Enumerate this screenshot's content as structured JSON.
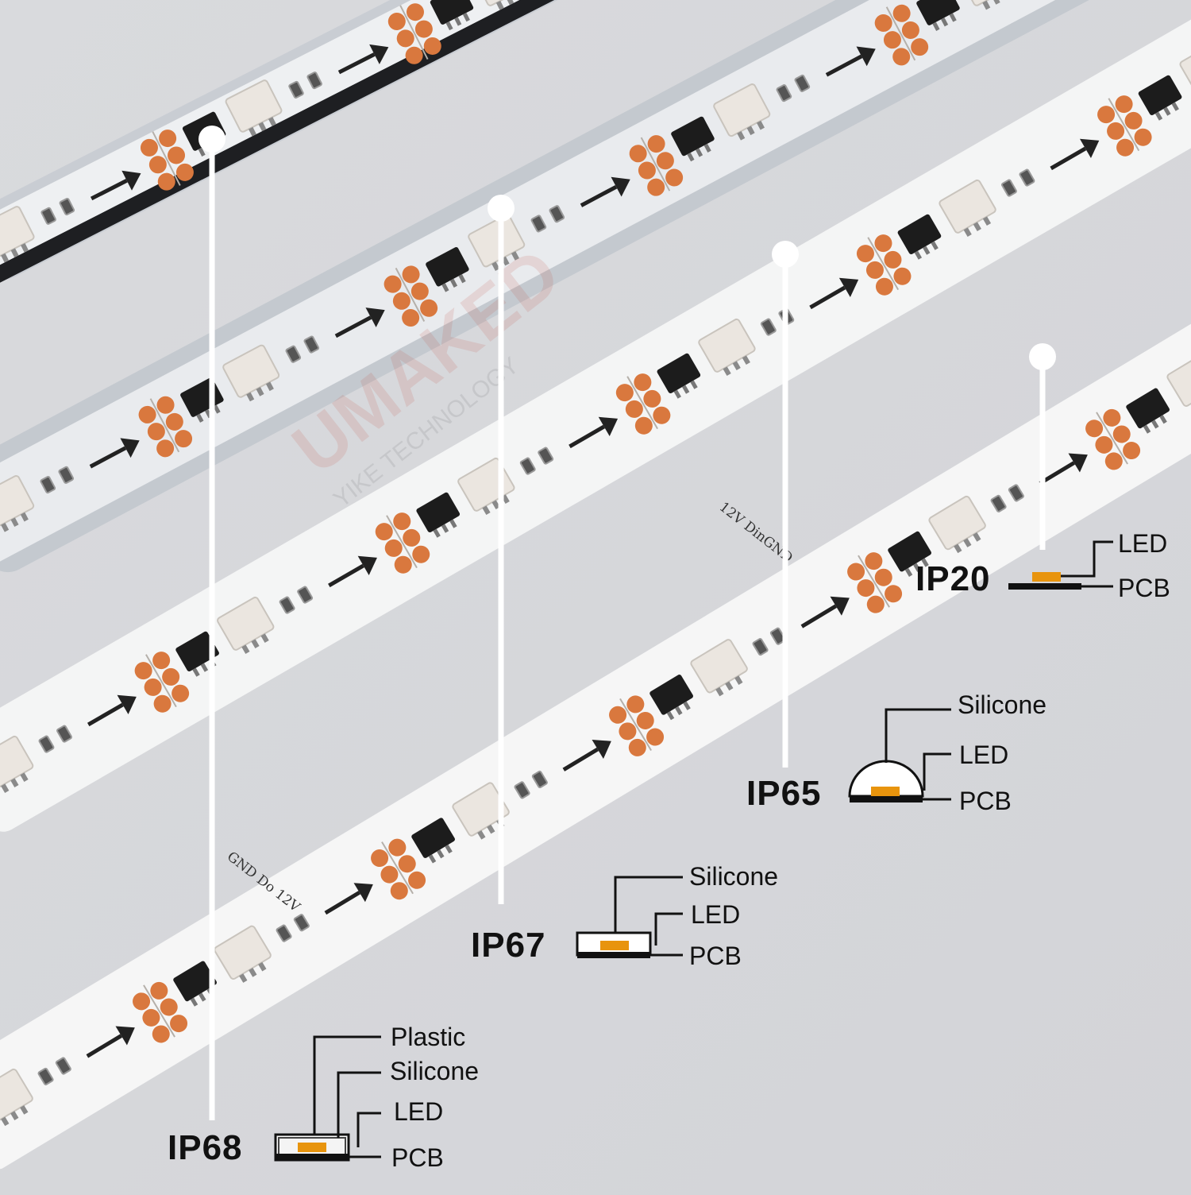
{
  "colors": {
    "background": "#d7d8dc",
    "pcb_white": "#f3f4f4",
    "silicone_tube": "#c6cbd1",
    "led_orange": "#e8940d",
    "pad_copper": "#d9783e",
    "chip_black": "#1c1c1c",
    "leader_line": "#ffffff"
  },
  "strip_print": {
    "top_row": "12V DinGND",
    "bottom_row": "GND Do 12V"
  },
  "watermark": {
    "brand": "UMAKED",
    "sub": "YIKE TECHNOLOGY"
  },
  "ratings": [
    {
      "id": "ip20",
      "name": "IP20",
      "layers": [
        "LED",
        "PCB"
      ]
    },
    {
      "id": "ip65",
      "name": "IP65",
      "layers": [
        "Silicone",
        "LED",
        "PCB"
      ]
    },
    {
      "id": "ip67",
      "name": "IP67",
      "layers": [
        "Silicone",
        "LED",
        "PCB"
      ]
    },
    {
      "id": "ip68",
      "name": "IP68",
      "layers": [
        "Plastic",
        "Silicone",
        "LED",
        "PCB"
      ]
    }
  ]
}
